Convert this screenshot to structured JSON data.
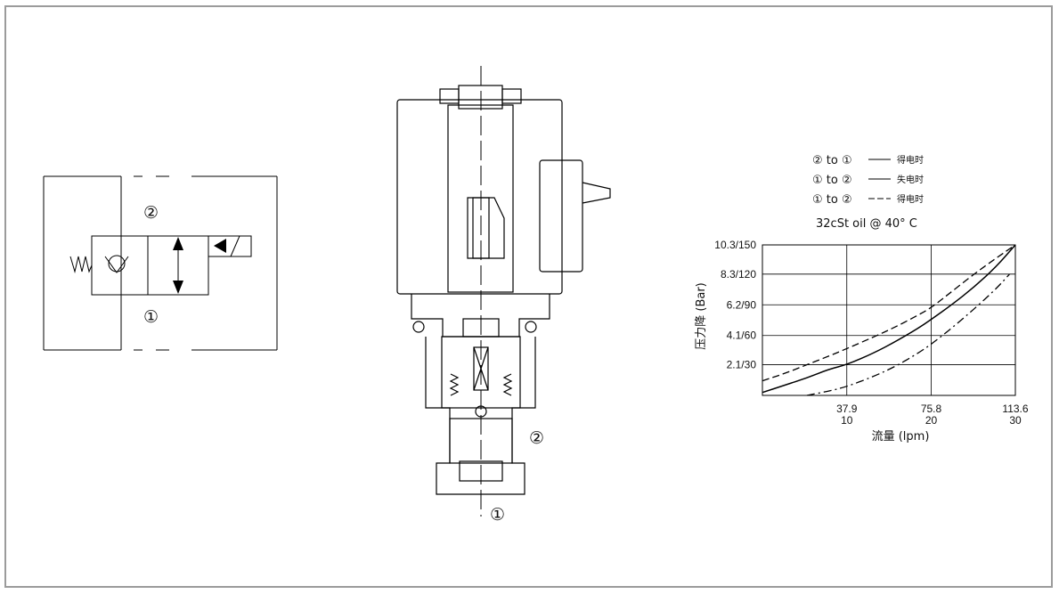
{
  "symbol": {
    "port_top": "②",
    "port_bottom": "①"
  },
  "section_view": {
    "port_side": "②",
    "port_bottom": "①"
  },
  "chart_data": {
    "type": "line",
    "legend": [
      {
        "from": "②",
        "to": "①",
        "connector": "to",
        "condition": "得电时",
        "style": "solid"
      },
      {
        "from": "①",
        "to": "②",
        "connector": "to",
        "condition": "失电时",
        "style": "dashed"
      },
      {
        "from": "①",
        "to": "②",
        "connector": "to",
        "condition": "得电时",
        "style": "dashdot"
      }
    ],
    "fluid_note": "32cSt oil @ 40°  C",
    "ylabel": "压力降 (Bar)",
    "xlabel": "流量 (lpm)",
    "y_ticks": [
      "2.1/30",
      "4.1/60",
      "6.2/90",
      "8.3/120",
      "10.3/150"
    ],
    "y_tick_values": [
      2.1,
      4.1,
      6.2,
      8.3,
      10.3
    ],
    "x_ticks_top": [
      "37.9",
      "75.8",
      "113.6"
    ],
    "x_ticks_bottom": [
      "10",
      "20",
      "30"
    ],
    "x_tick_values": [
      37.9,
      75.8,
      113.6
    ],
    "xlim": [
      0,
      113.6
    ],
    "ylim": [
      0,
      10.3
    ],
    "grid": true,
    "series": [
      {
        "style": "solid",
        "x": [
          0,
          10,
          20,
          30,
          37.9,
          50,
          60,
          70,
          75.8,
          85,
          95,
          105,
          113.6
        ],
        "y": [
          0.2,
          0.7,
          1.2,
          1.8,
          2.1,
          2.9,
          3.7,
          4.6,
          5.2,
          6.2,
          7.4,
          8.8,
          10.3
        ]
      },
      {
        "style": "dashed",
        "x": [
          0,
          10,
          20,
          30,
          37.9,
          50,
          60,
          70,
          75.8,
          85,
          95,
          105,
          113.6
        ],
        "y": [
          1.0,
          1.5,
          2.1,
          2.7,
          3.2,
          4.0,
          4.7,
          5.5,
          6.0,
          7.1,
          8.3,
          9.4,
          10.3
        ]
      },
      {
        "style": "dashdot",
        "x": [
          20,
          30,
          37.9,
          50,
          60,
          70,
          75.8,
          85,
          95,
          105,
          111
        ],
        "y": [
          0,
          0.3,
          0.6,
          1.3,
          2.0,
          2.9,
          3.5,
          4.6,
          5.9,
          7.3,
          8.3
        ]
      }
    ]
  }
}
